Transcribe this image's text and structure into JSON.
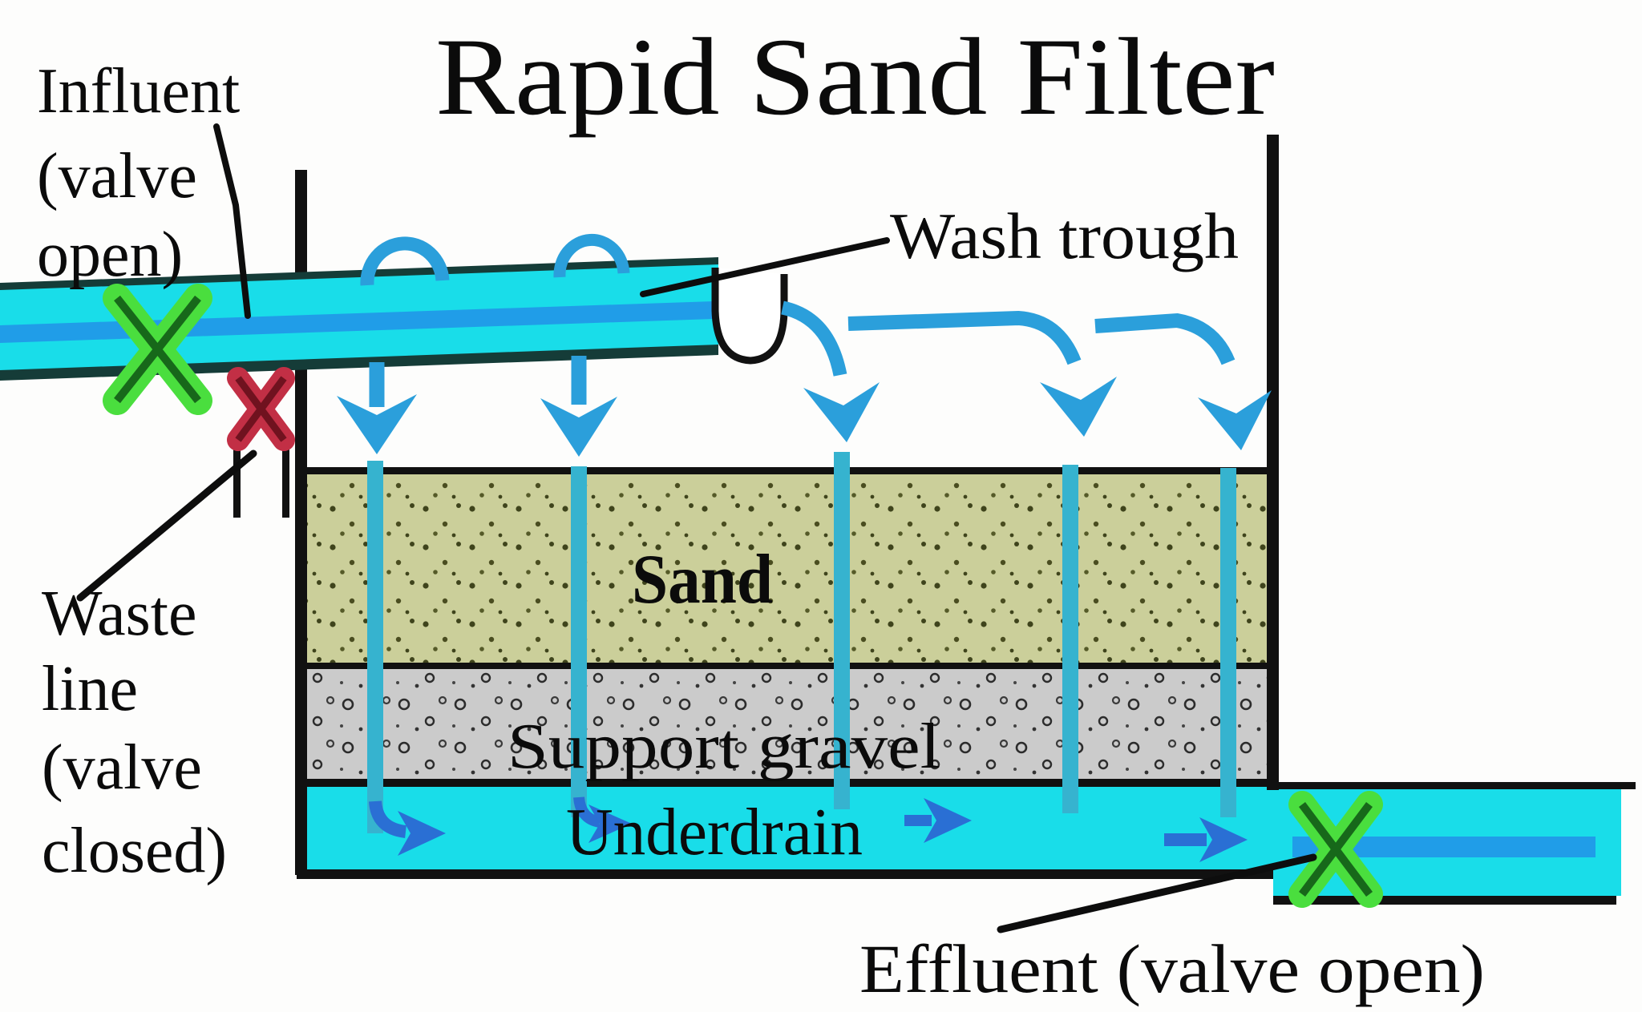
{
  "title": "Rapid Sand Filter",
  "labels": {
    "influent_l1": "Influent",
    "influent_l2": "(valve",
    "influent_l3": "open)",
    "wash_trough": "Wash trough",
    "waste_l1": "Waste",
    "waste_l2": "line",
    "waste_l3": "(valve",
    "waste_l4": "closed)",
    "sand": "Sand",
    "support_gravel": "Support gravel",
    "underdrain": "Underdrain",
    "effluent": "Effluent (valve open)"
  },
  "valves": {
    "influent": {
      "state": "open",
      "color": "#4ade3e",
      "cross_color": "#17681a"
    },
    "waste": {
      "state": "closed",
      "color": "#c22f45",
      "cross_color": "#70121f"
    },
    "effluent": {
      "state": "open",
      "color": "#4ade3e",
      "cross_color": "#17681a"
    }
  },
  "colors": {
    "water_cyan": "#19dde9",
    "flow_stripe": "#2196e8",
    "arrow_blue": "#2b9fdb",
    "riser_teal": "#36b3cf",
    "underdrain_arrow_blue": "#2a6fd4",
    "sand_fill": "#cbcf9a",
    "gravel_fill": "#cbcbcb",
    "outline_black": "#111111",
    "underdrain_text": "#15222e"
  }
}
